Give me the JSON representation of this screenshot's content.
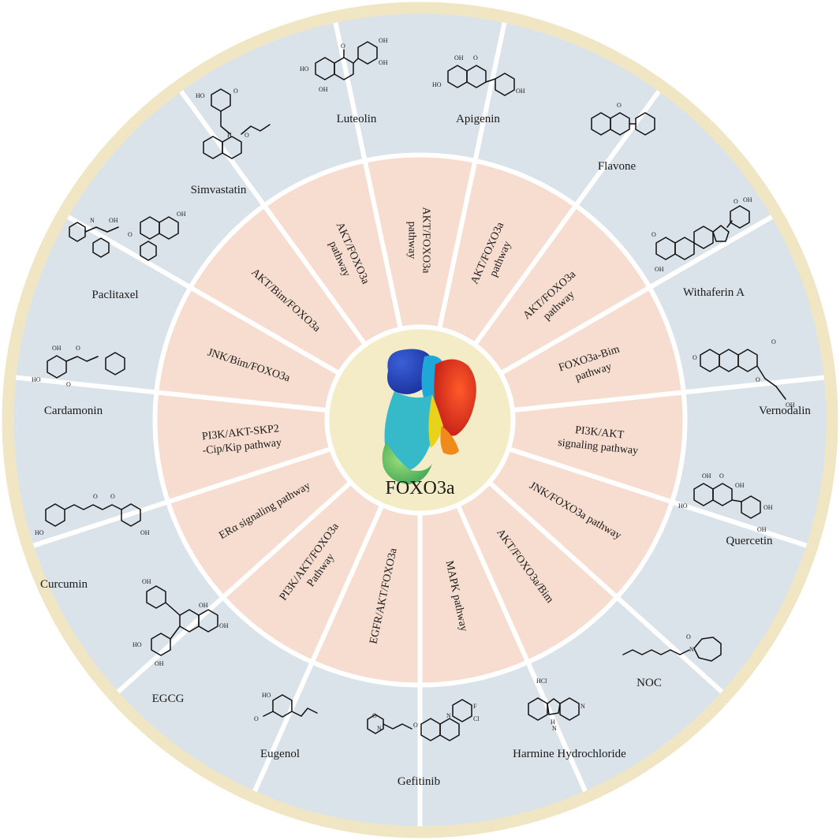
{
  "center": {
    "title": "FOXO3a"
  },
  "colors": {
    "outer_ring": "#f0e6c4",
    "compound_sector": "#dbe3ea",
    "pathway_sector": "#f6ddd0",
    "center_disc": "#f3ecc6",
    "divider": "#ffffff"
  },
  "segments": [
    {
      "compound": "Luteolin",
      "pathway": [
        "AKT/FOXO3a",
        "pathway"
      ]
    },
    {
      "compound": "Apigenin",
      "pathway": [
        "AKT/FOXO3a",
        "pathway"
      ]
    },
    {
      "compound": "Flavone",
      "pathway": [
        "AKT/FOXO3a",
        "pathway"
      ]
    },
    {
      "compound": "Withaferin A",
      "pathway": [
        "FOXO3a-Bim",
        "pathway"
      ]
    },
    {
      "compound": "Vernodalin",
      "pathway": [
        "PI3K/AKT",
        "signaling pathway"
      ]
    },
    {
      "compound": "Quercetin",
      "pathway": [
        "JNK/FOXO3a pathway"
      ]
    },
    {
      "compound": "NOC",
      "pathway": [
        "AKT/FOXO3a/Bim"
      ]
    },
    {
      "compound": "Harmine Hydrochloride",
      "pathway": [
        "MAPK pathway"
      ]
    },
    {
      "compound": "Gefitinib",
      "pathway": [
        "EGFR/AKT/FOXO3a"
      ]
    },
    {
      "compound": "Eugenol",
      "pathway": [
        "PI3K/AKT/FOXO3a",
        "Pathway"
      ]
    },
    {
      "compound": "EGCG",
      "pathway": [
        "ERα signaling pathway"
      ]
    },
    {
      "compound": "Curcumin",
      "pathway": [
        "PI3K/AKT-SKP2",
        "-Cip/Kip pathway"
      ]
    },
    {
      "compound": "Cardamonin",
      "pathway": [
        "JNK/Bim/FOXO3a"
      ]
    },
    {
      "compound": "Paclitaxel",
      "pathway": [
        "AKT/Bim/FOXO3a"
      ]
    },
    {
      "compound": "Simvastatin",
      "pathway": [
        "AKT/FOXO3a",
        "pathway"
      ]
    }
  ],
  "structure_labels": {
    "hcl": "HCl",
    "oh": "OH",
    "ho": "HO",
    "o": "O",
    "n": "N",
    "h": "H",
    "f": "F",
    "cl": "Cl"
  }
}
